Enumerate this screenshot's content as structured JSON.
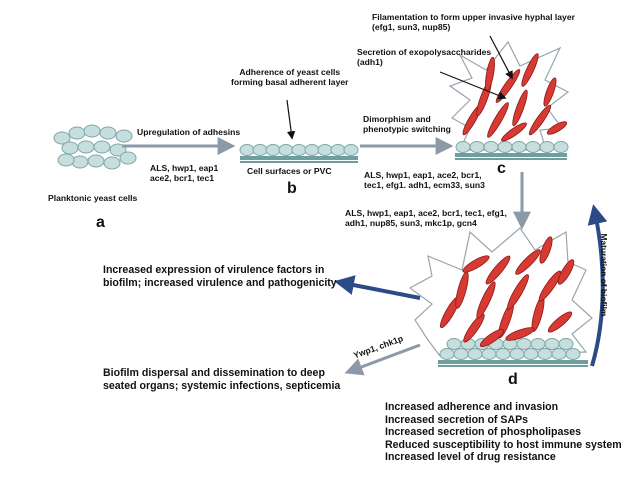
{
  "stage_labels": {
    "a": "a",
    "b": "b",
    "c": "c",
    "d": "d"
  },
  "stage_a": {
    "caption": "Planktonic yeast cells"
  },
  "stage_b": {
    "adherence_label": "Adherence of yeast cells\nforming basal adherent layer",
    "surface_label": "Cell surfaces or PVC"
  },
  "stage_c": {
    "filamentation_label": "Filamentation to form upper invasive hyphal layer\n(efg1, sun3, nup85)",
    "secretion_label": "Secretion of exopolysaccharides\n(adh1)"
  },
  "arrow_ab": {
    "title": "Upregulation of adhesins",
    "genes": "ALS, hwp1, eap1\nace2, bcr1, tec1"
  },
  "arrow_bc": {
    "title": "Dimorphism and\nphenotypic switching",
    "genes": "ALS, hwp1, eap1, ace2, bcr1,\ntec1, efg1. adh1, ecm33, sun3"
  },
  "arrow_cd": {
    "genes": "ALS,  hwp1, eap1, ace2, bcr1, tec1,  efg1,\nadh1, nup85, sun3, mkc1p, gcn4"
  },
  "maturation_label": "Maturation of biofilm",
  "outcome_virulence": "Increased expression of virulence factors in\nbiofilm; increased virulence and pathogenicity",
  "outcome_dispersal": "Biofilm dispersal and dissemination to deep\nseated organs; systemic infections, septicemia",
  "dispersal_genes": "Ywp1, chk1p",
  "effects_list": [
    "Increased adherence and invasion",
    "Increased secretion of SAPs",
    "Increased secretion of phospholipases",
    "Reduced susceptibility to host immune system",
    "Increased level of drug resistance"
  ],
  "colors": {
    "cell_fill": "#c6dede",
    "cell_stroke": "#7fa6a6",
    "hypha_fill": "#d63a32",
    "hypha_stroke": "#8a1a16",
    "surface": "#6f9e9e",
    "arrow_blue": "#2b4a86",
    "arrow_gray": "#8c9aa8"
  }
}
